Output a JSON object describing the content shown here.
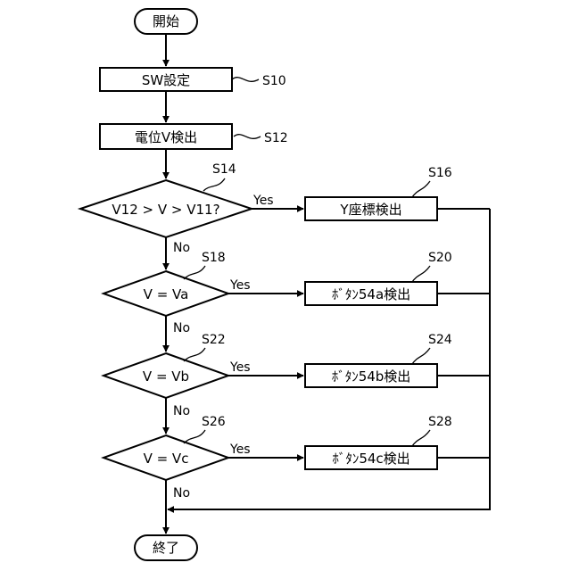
{
  "flow": {
    "start": "開始",
    "end": "終了",
    "s10": {
      "text": "SW設定",
      "step": "S10"
    },
    "s12": {
      "text": "電位V検出",
      "step": "S12"
    },
    "s14": {
      "text": "V12 > V > V11?",
      "step": "S14"
    },
    "s16": {
      "text": "Y座標検出",
      "step": "S16"
    },
    "s18": {
      "text": "V = Va",
      "step": "S18"
    },
    "s20": {
      "text": "ﾎﾞﾀﾝ54a検出",
      "step": "S20"
    },
    "s22": {
      "text": "V = Vb",
      "step": "S22"
    },
    "s24": {
      "text": "ﾎﾞﾀﾝ54b検出",
      "step": "S24"
    },
    "s26": {
      "text": "V = Vc",
      "step": "S26"
    },
    "s28": {
      "text": "ﾎﾞﾀﾝ54c検出",
      "step": "S28"
    },
    "yes": "Yes",
    "no": "No"
  }
}
